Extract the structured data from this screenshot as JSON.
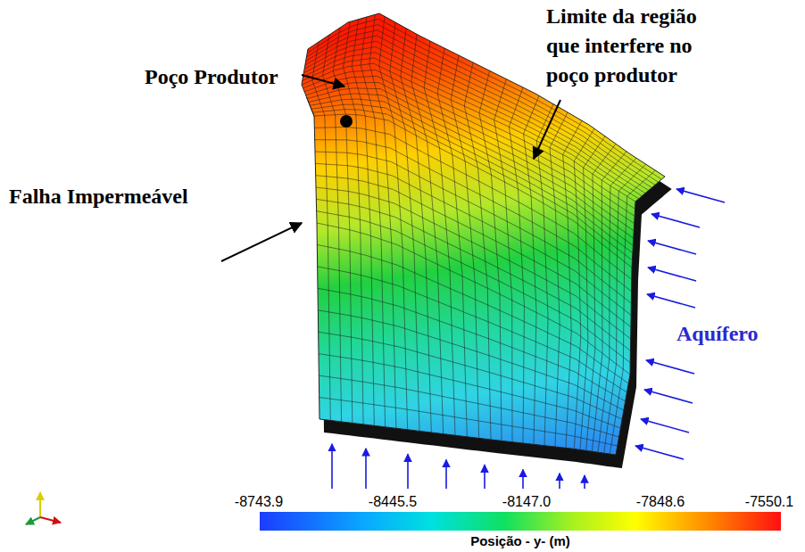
{
  "diagram": {
    "labels": [
      "Poço Produtor",
      "Limite da região que interfere no poço produtor",
      "Falha Impermeável",
      "Aquífero",
      "-8743.9",
      "-8445.5",
      "-8147.0",
      "-7848.6",
      "-7550.1",
      "Posição - y- (m)"
    ]
  }
}
